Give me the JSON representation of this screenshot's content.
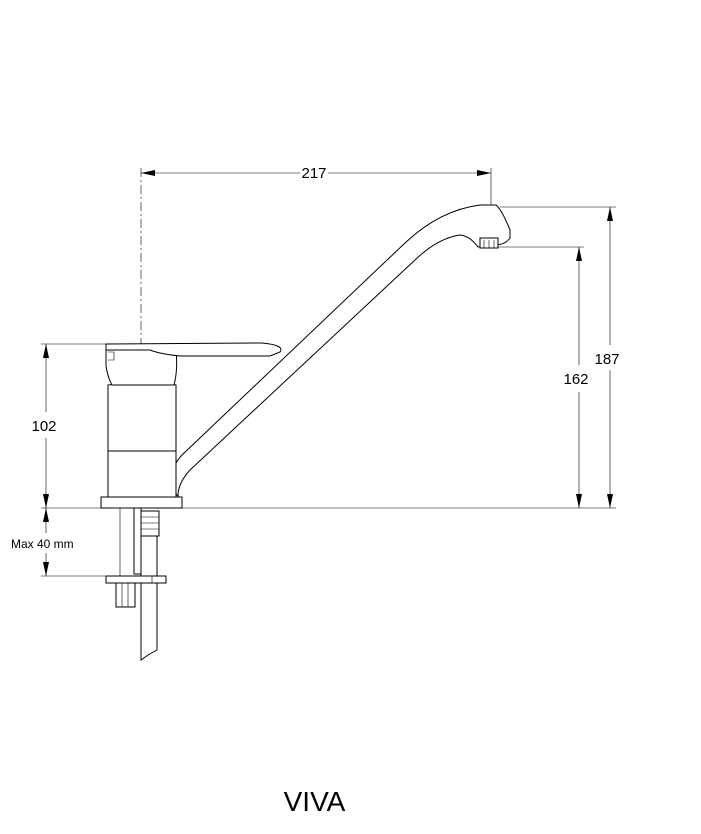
{
  "drawing": {
    "dimensions": {
      "width": "217",
      "total_height": "187",
      "spout_height": "162",
      "body_height": "102",
      "max_mount": "Max 40 mm"
    },
    "model": "VIVA"
  }
}
